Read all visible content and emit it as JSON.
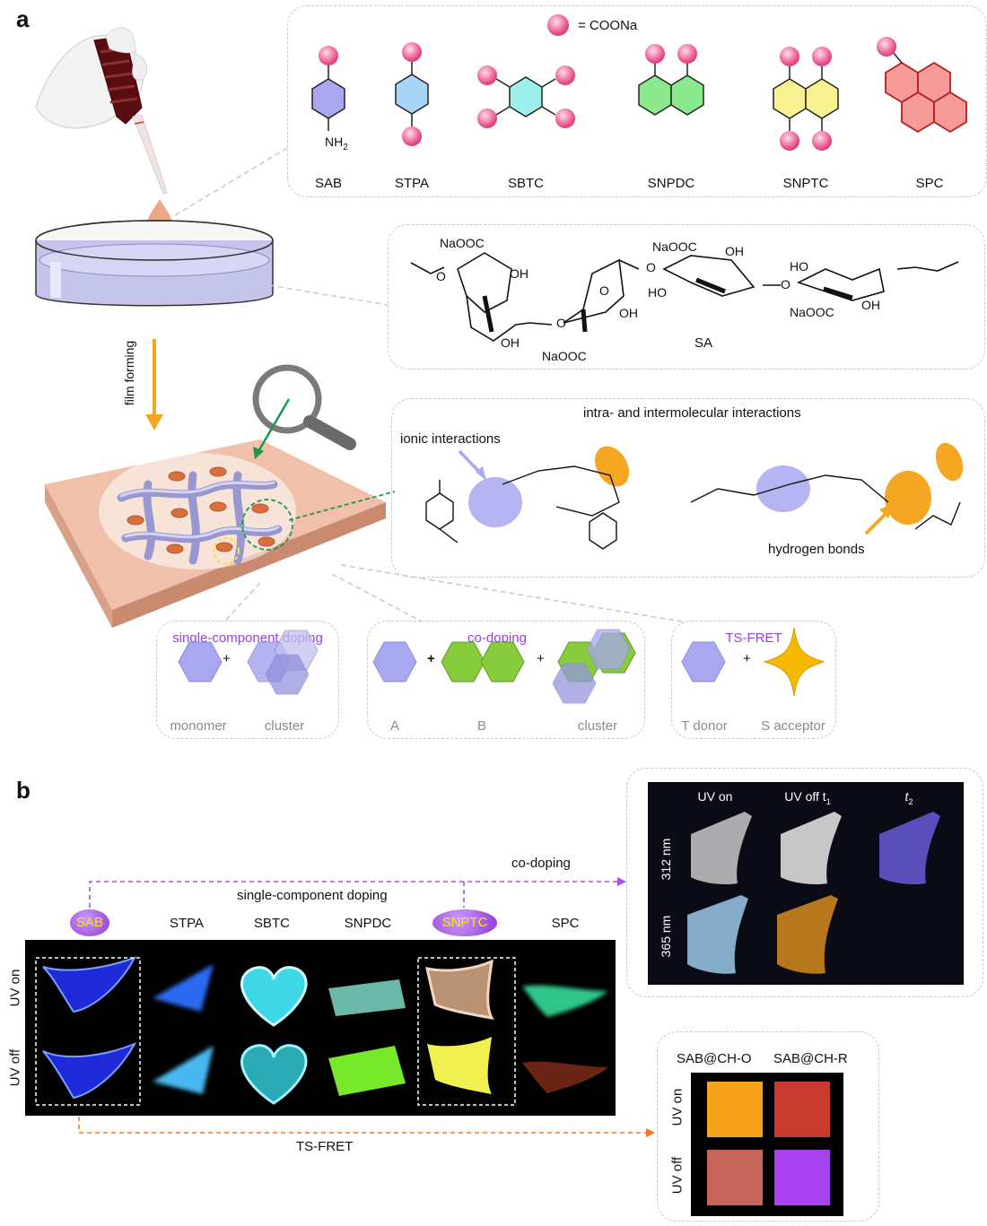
{
  "panel_a": {
    "letter": "a",
    "legend_eq": "= COONa",
    "monomers": [
      "SAB",
      "STPA",
      "SBTC",
      "SNPDC",
      "SNPTC",
      "SPC"
    ],
    "nh2": "NH",
    "nh2_sub": "2",
    "sa": {
      "label": "SA",
      "groups": [
        "NaOOC",
        "OH",
        "OH",
        "NaOOC",
        "OH",
        "O",
        "HO",
        "HO",
        "OH",
        "NaOOC",
        "OH",
        "NaOOC",
        "O",
        "O",
        "O",
        "O"
      ]
    },
    "film_forming": "film forming",
    "interactions": {
      "title": "intra- and intermolecular interactions",
      "ionic": "ionic interactions",
      "hbonds": "hydrogen bonds"
    },
    "modes": [
      {
        "title": "single-component doping",
        "labels": [
          "monomer",
          "cluster"
        ],
        "plus": "+"
      },
      {
        "title": "co-doping",
        "labels": [
          "A",
          "B",
          "cluster"
        ],
        "plus": "+"
      },
      {
        "title": "TS-FRET",
        "labels": [
          "T donor",
          "S acceptor"
        ],
        "plus": "+"
      }
    ]
  },
  "panel_b": {
    "letter": "b",
    "co_doping": "co-doping",
    "single_component": "single-component doping",
    "ts_fret": "TS-FRET",
    "samples": [
      "SAB",
      "STPA",
      "SBTC",
      "SNPDC",
      "SNPTC",
      "SPC"
    ],
    "rows": [
      "UV on",
      "UV off"
    ],
    "inset1": {
      "cols": [
        "UV on",
        "UV off t",
        "t"
      ],
      "col_subs": [
        "",
        "1",
        "2"
      ],
      "rows": [
        "312 nm",
        "365 nm"
      ]
    },
    "inset2": {
      "cols": [
        "SAB@CH-O",
        "SAB@CH-R"
      ],
      "rows": [
        "UV on",
        "UV off"
      ]
    }
  },
  "colors": {
    "sphere": "#f06fa0",
    "purple_label": "#9b3fe0",
    "dashed": "#c8c8c8",
    "arrow_orange": "#f5a623",
    "arrow_green": "#1a9a4a",
    "hex_purple": "#a9a7f0",
    "hex_green": "#86cc3c",
    "star_yellow": "#f9b800"
  }
}
